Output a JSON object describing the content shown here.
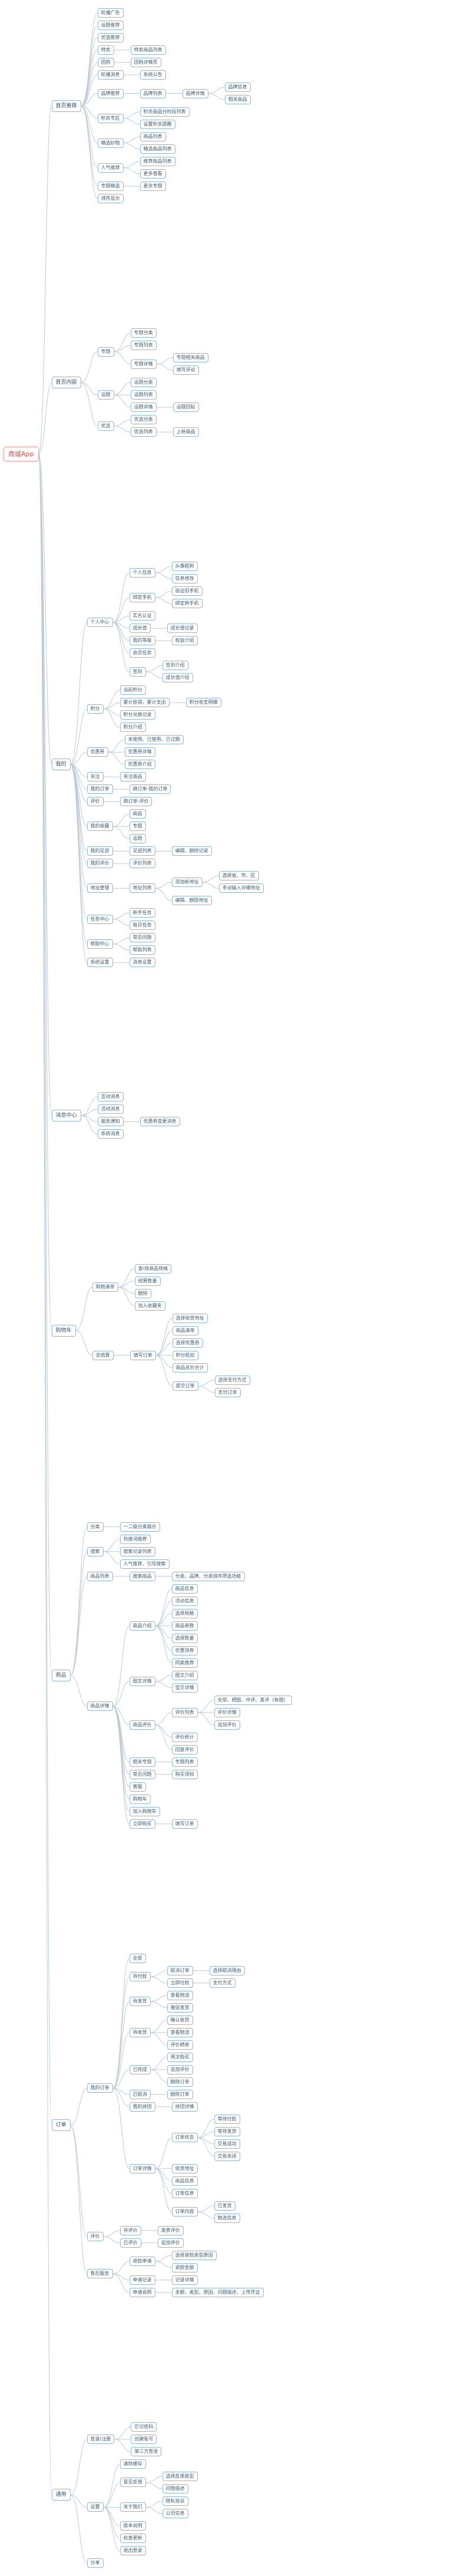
{
  "colors": {
    "root_text": "#d14a42",
    "root_border": "#e0a49e",
    "node_border": "#93b5cd",
    "node_text": "#3f5a70",
    "connector": "#bfcbd6",
    "background": "#ffffff"
  },
  "mindmap": {
    "label": "商城App",
    "children": [
      {
        "label": "首页推荐",
        "children": [
          {
            "label": "轮播广告"
          },
          {
            "label": "话题推荐"
          },
          {
            "label": "优选推荐"
          },
          {
            "label": "特卖",
            "children": [
              {
                "label": "特卖商品列表"
              }
            ]
          },
          {
            "label": "团购",
            "children": [
              {
                "label": "团购详情页"
              }
            ]
          },
          {
            "label": "轮播消息",
            "children": [
              {
                "label": "系统公告"
              }
            ]
          },
          {
            "label": "品牌推荐",
            "children": [
              {
                "label": "品牌列表",
                "children": [
                  {
                    "label": "品牌详情",
                    "children": [
                      {
                        "label": "品牌信息"
                      },
                      {
                        "label": "相关商品"
                      }
                    ]
                  }
                ]
              }
            ]
          },
          {
            "label": "秒杀专区",
            "children": [
              {
                "label": "秒杀商品分时段列表"
              },
              {
                "label": "设置秒杀提醒"
              }
            ]
          },
          {
            "label": "精选好物",
            "children": [
              {
                "label": "商品列表"
              },
              {
                "label": "精选商品列表"
              }
            ]
          },
          {
            "label": "人气推荐",
            "children": [
              {
                "label": "推荐商品列表"
              },
              {
                "label": "更多查看"
              }
            ]
          },
          {
            "label": "专题精选",
            "children": [
              {
                "label": "更多专题"
              }
            ]
          },
          {
            "label": "排序显示"
          }
        ]
      },
      {
        "label": "首页内容",
        "children": [
          {
            "label": "专题",
            "children": [
              {
                "label": "专题分类"
              },
              {
                "label": "专题列表"
              },
              {
                "label": "专题详情",
                "children": [
                  {
                    "label": "专题相关商品"
                  },
                  {
                    "label": "填写评论"
                  }
                ]
              }
            ]
          },
          {
            "label": "话题",
            "children": [
              {
                "label": "话题分类"
              },
              {
                "label": "话题列表"
              },
              {
                "label": "话题详情",
                "children": [
                  {
                    "label": "话题回帖"
                  }
                ]
              }
            ]
          },
          {
            "label": "优选",
            "children": [
              {
                "label": "优选分类"
              },
              {
                "label": "优选列表",
                "children": [
                  {
                    "label": "上新商品"
                  }
                ]
              }
            ]
          }
        ]
      },
      {
        "label": "我的",
        "children": [
          {
            "label": "个人中心",
            "children": [
              {
                "label": "个人信息",
                "children": [
                  {
                    "label": "头像昵称"
                  },
                  {
                    "label": "信息修改"
                  }
                ]
              },
              {
                "label": "绑定手机",
                "children": [
                  {
                    "label": "验证旧手机"
                  },
                  {
                    "label": "绑定新手机"
                  }
                ]
              },
              {
                "label": "实名认证"
              },
              {
                "label": "成长值",
                "children": [
                  {
                    "label": "成长值记录"
                  }
                ]
              },
              {
                "label": "我的等级",
                "children": [
                  {
                    "label": "权益介绍"
                  }
                ]
              },
              {
                "label": "会员任务"
              },
              {
                "label": "签到",
                "children": [
                  {
                    "label": "签到介绍"
                  },
                  {
                    "label": "成长值介绍"
                  }
                ]
              }
            ]
          },
          {
            "label": "积分",
            "children": [
              {
                "label": "当前积分"
              },
              {
                "label": "累计获得、累计支出",
                "children": [
                  {
                    "label": "积分收支明细"
                  }
                ]
              },
              {
                "label": "积分兑换记录"
              },
              {
                "label": "积分介绍"
              }
            ]
          },
          {
            "label": "优惠券",
            "children": [
              {
                "label": "未使用、已使用、已过期"
              },
              {
                "label": "优惠券详情"
              },
              {
                "label": "优惠券介绍"
              }
            ]
          },
          {
            "label": "关注",
            "children": [
              {
                "label": "关注商品"
              }
            ]
          },
          {
            "label": "我的订单",
            "children": [
              {
                "label": "跳订单-我的订单"
              }
            ]
          },
          {
            "label": "评价",
            "children": [
              {
                "label": "跳订单-评价"
              }
            ]
          },
          {
            "label": "我的收藏",
            "children": [
              {
                "label": "商品"
              },
              {
                "label": "专题"
              },
              {
                "label": "话题"
              }
            ]
          },
          {
            "label": "我的足迹",
            "children": [
              {
                "label": "足迹列表",
                "children": [
                  {
                    "label": "编辑、删除记录"
                  }
                ]
              }
            ]
          },
          {
            "label": "我的评价",
            "children": [
              {
                "label": "评价列表"
              }
            ]
          },
          {
            "label": "地址管理",
            "children": [
              {
                "label": "地址列表",
                "children": [
                  {
                    "label": "添加新地址",
                    "children": [
                      {
                        "label": "选择省、市、区"
                      },
                      {
                        "label": "手动输入详细地址"
                      }
                    ]
                  },
                  {
                    "label": "编辑、删除地址"
                  }
                ]
              }
            ]
          },
          {
            "label": "任务中心",
            "children": [
              {
                "label": "新手任务"
              },
              {
                "label": "每日任务"
              }
            ]
          },
          {
            "label": "帮助中心",
            "children": [
              {
                "label": "常见问题"
              },
              {
                "label": "帮助列表"
              }
            ]
          },
          {
            "label": "系统设置",
            "children": [
              {
                "label": "消息设置"
              }
            ]
          }
        ]
      },
      {
        "label": "消息中心",
        "children": [
          {
            "label": "互动消息"
          },
          {
            "label": "活动消息"
          },
          {
            "label": "服务通知",
            "children": [
              {
                "label": "优惠券变更消息"
              }
            ]
          },
          {
            "label": "系统消息"
          }
        ]
      },
      {
        "label": "购物车",
        "children": [
          {
            "label": "购物清单",
            "children": [
              {
                "label": "查/改商品规格"
              },
              {
                "label": "结算数量"
              },
              {
                "label": "删除"
              },
              {
                "label": "加入收藏夹"
              }
            ]
          },
          {
            "label": "去结算",
            "children": [
              {
                "label": "填写订单",
                "children": [
                  {
                    "label": "选择收货地址"
                  },
                  {
                    "label": "商品清单"
                  },
                  {
                    "label": "选择优惠券"
                  },
                  {
                    "label": "积分抵扣"
                  },
                  {
                    "label": "商品总价合计"
                  },
                  {
                    "label": "提交订单",
                    "children": [
                      {
                        "label": "选择支付方式"
                      },
                      {
                        "label": "支付订单"
                      }
                    ]
                  }
                ]
              }
            ]
          }
        ]
      },
      {
        "label": "商品",
        "children": [
          {
            "label": "分类",
            "children": [
              {
                "label": "一二级分类展示"
              }
            ]
          },
          {
            "label": "搜索",
            "children": [
              {
                "label": "热搜词推荐"
              },
              {
                "label": "搜索记录列表"
              },
              {
                "label": "人气推荐、引导搜索"
              }
            ]
          },
          {
            "label": "商品列表",
            "children": [
              {
                "label": "搜索商品",
                "children": [
                  {
                    "label": "分类、品牌、分类排序筛选功能"
                  }
                ]
              }
            ]
          },
          {
            "label": "商品详情",
            "children": [
              {
                "label": "商品介绍",
                "children": [
                  {
                    "label": "商品信息"
                  },
                  {
                    "label": "活动信息"
                  },
                  {
                    "label": "选择规格"
                  },
                  {
                    "label": "商品参数"
                  },
                  {
                    "label": "选择数量"
                  },
                  {
                    "label": "优惠领券"
                  },
                  {
                    "label": "同类推荐"
                  }
                ]
              },
              {
                "label": "图文详情",
                "children": [
                  {
                    "label": "图文介绍"
                  },
                  {
                    "label": "宝贝详情"
                  }
                ]
              },
              {
                "label": "商品评价",
                "children": [
                  {
                    "label": "评价列表",
                    "children": [
                      {
                        "label": "全部、晒图、中评、差评（有图）"
                      },
                      {
                        "label": "评价详情"
                      },
                      {
                        "label": "追加评价"
                      }
                    ]
                  },
                  {
                    "label": "评价统计"
                  },
                  {
                    "label": "回复评价"
                  }
                ]
              },
              {
                "label": "相关专题",
                "children": [
                  {
                    "label": "专题列表"
                  }
                ]
              },
              {
                "label": "常见问题",
                "children": [
                  {
                    "label": "购买须知"
                  }
                ]
              },
              {
                "label": "客服"
              },
              {
                "label": "购物车"
              },
              {
                "label": "加入购物车"
              },
              {
                "label": "立即购买",
                "children": [
                  {
                    "label": "填写订单"
                  }
                ]
              }
            ]
          }
        ]
      },
      {
        "label": "订单",
        "children": [
          {
            "label": "我的订单",
            "children": [
              {
                "label": "全部"
              },
              {
                "label": "待付款",
                "children": [
                  {
                    "label": "取消订单",
                    "children": [
                      {
                        "label": "选择取消理由"
                      }
                    ]
                  },
                  {
                    "label": "立即付款",
                    "children": [
                      {
                        "label": "支付方式"
                      }
                    ]
                  }
                ]
              },
              {
                "label": "待发货",
                "children": [
                  {
                    "label": "查看物流"
                  },
                  {
                    "label": "催促发货"
                  }
                ]
              },
              {
                "label": "待收货",
                "children": [
                  {
                    "label": "确认收货"
                  },
                  {
                    "label": "查看物流"
                  },
                  {
                    "label": "评价晒单"
                  }
                ]
              },
              {
                "label": "已完成",
                "children": [
                  {
                    "label": "再次购买"
                  },
                  {
                    "label": "追加评价"
                  },
                  {
                    "label": "删除订单"
                  }
                ]
              },
              {
                "label": "已取消",
                "children": [
                  {
                    "label": "删除订单"
                  }
                ]
              },
              {
                "label": "我的拼团",
                "children": [
                  {
                    "label": "拼团详情"
                  }
                ]
              },
              {
                "label": "订单详情",
                "children": [
                  {
                    "label": "订单状态",
                    "children": [
                      {
                        "label": "等待付款"
                      },
                      {
                        "label": "等待发货"
                      },
                      {
                        "label": "交易成功"
                      },
                      {
                        "label": "交易关闭"
                      }
                    ]
                  },
                  {
                    "label": "收货地址"
                  },
                  {
                    "label": "商品信息"
                  },
                  {
                    "label": "订单信息"
                  },
                  {
                    "label": "订单内容",
                    "children": [
                      {
                        "label": "已发货"
                      },
                      {
                        "label": "物流信息"
                      }
                    ]
                  }
                ]
              }
            ]
          },
          {
            "label": "评价",
            "children": [
              {
                "label": "待评价",
                "children": [
                  {
                    "label": "发表评价"
                  }
                ]
              },
              {
                "label": "已评价",
                "children": [
                  {
                    "label": "追加评价"
                  }
                ]
              }
            ]
          },
          {
            "label": "售后服务",
            "children": [
              {
                "label": "退款申请",
                "children": [
                  {
                    "label": "选择退款类型原因"
                  },
                  {
                    "label": "退款金额"
                  }
                ]
              },
              {
                "label": "申请记录",
                "children": [
                  {
                    "label": "记录详情"
                  }
                ]
              },
              {
                "label": "申请说明",
                "children": [
                  {
                    "label": "金额、类型、原因、问题描述、上传凭证"
                  }
                ]
              }
            ]
          }
        ]
      },
      {
        "label": "通用",
        "children": [
          {
            "label": "登录/注册",
            "children": [
              {
                "label": "忘记密码"
              },
              {
                "label": "创建账号"
              },
              {
                "label": "第三方登录"
              }
            ]
          },
          {
            "label": "设置",
            "children": [
              {
                "label": "清除缓存"
              },
              {
                "label": "意见反馈",
                "children": [
                  {
                    "label": "选择反馈类型"
                  },
                  {
                    "label": "问题描述"
                  }
                ]
              },
              {
                "label": "关于我们",
                "children": [
                  {
                    "label": "隐私协议"
                  },
                  {
                    "label": "公司信息"
                  }
                ]
              },
              {
                "label": "版本说明"
              },
              {
                "label": "检查更新"
              },
              {
                "label": "退出登录"
              }
            ]
          },
          {
            "label": "分享"
          }
        ]
      }
    ]
  }
}
